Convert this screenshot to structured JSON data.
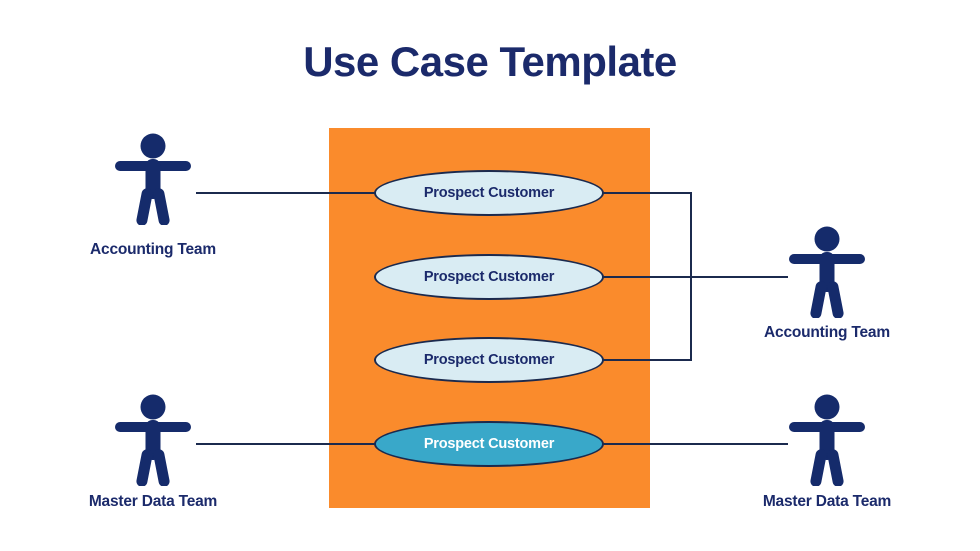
{
  "slide": {
    "title": "Use Case Template",
    "background_color": "#ffffff",
    "title_color": "#1b2a6b",
    "system_boundary_color": "#fa8b2c"
  },
  "use_cases": [
    {
      "label": "Prospect Customer",
      "fill": "#d9ecf3",
      "text_color": "#1b2a6b"
    },
    {
      "label": "Prospect Customer",
      "fill": "#d9ecf3",
      "text_color": "#1b2a6b"
    },
    {
      "label": "Prospect Customer",
      "fill": "#d9ecf3",
      "text_color": "#1b2a6b"
    },
    {
      "label": "Prospect Customer",
      "fill": "#39a8c9",
      "text_color": "#ffffff"
    }
  ],
  "actors": [
    {
      "label": "Accounting Team",
      "position": "top-left",
      "icon": "person-actor-icon"
    },
    {
      "label": "Master Data Team",
      "position": "bottom-left",
      "icon": "person-actor-icon"
    },
    {
      "label": "Accounting Team",
      "position": "middle-right",
      "icon": "person-actor-icon"
    },
    {
      "label": "Master Data Team",
      "position": "bottom-right",
      "icon": "person-actor-icon"
    }
  ],
  "connector_color": "#1b2a4e"
}
